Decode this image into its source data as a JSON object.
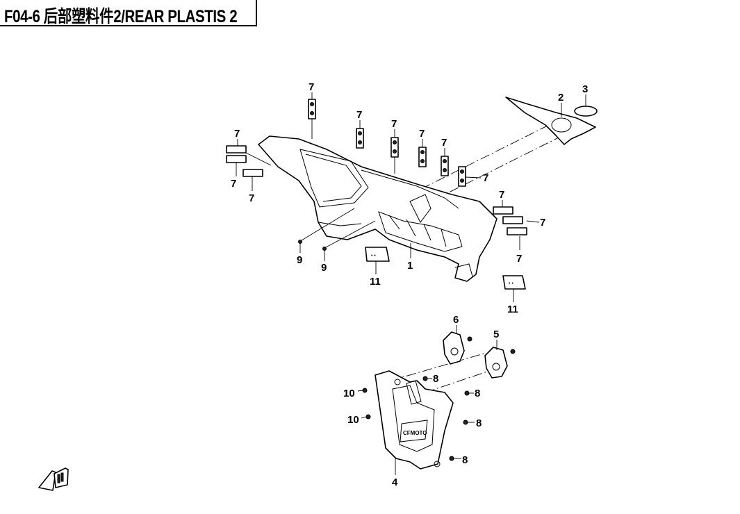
{
  "title": "F04-6 后部塑料件2/REAR PLASTIS 2",
  "callouts": {
    "c7a": "7",
    "c7b": "7",
    "c7c": "7",
    "c7d": "7",
    "c7e": "7",
    "c7f": "7",
    "c7g": "7",
    "c7h": "7",
    "c7i": "7",
    "c7j": "7",
    "c7k": "7",
    "c7l": "7",
    "c2": "2",
    "c3": "3",
    "c9a": "9",
    "c9b": "9",
    "c1": "1",
    "c11a": "11",
    "c11b": "11",
    "c6": "6",
    "c5": "5",
    "c8a": "8",
    "c8b": "8",
    "c8c": "8",
    "c8d": "8",
    "c10a": "10",
    "c10b": "10",
    "c4": "4"
  },
  "icons": {
    "forward": "fwd-arrow-icon"
  }
}
